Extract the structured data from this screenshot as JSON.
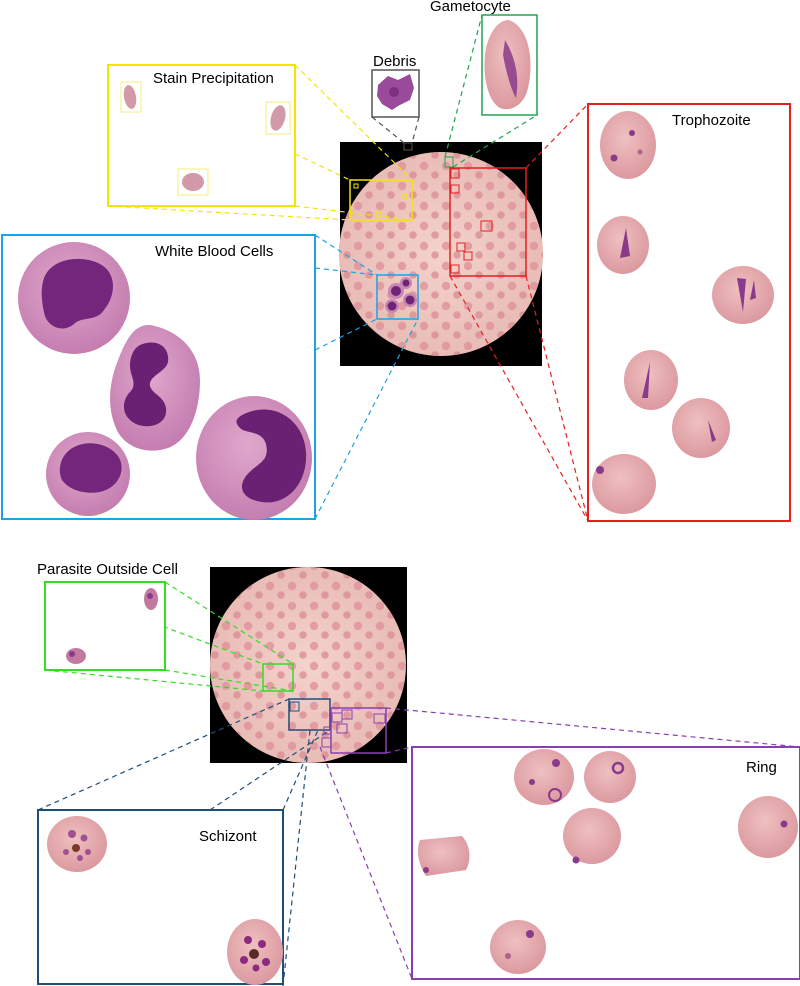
{
  "labels": {
    "gametocyte": "Gametocyte",
    "debris": "Debris",
    "stain_precipitation": "Stain Precipitation",
    "trophozoite": "Trophozoite",
    "white_blood_cells": "White Blood Cells",
    "parasite_outside_cell": "Parasite Outside Cell",
    "schizont": "Schizont",
    "ring": "Ring"
  },
  "colors": {
    "gametocyte": "#22a352",
    "debris": "#555555",
    "stain_precipitation": "#f2e600",
    "trophozoite": "#e52020",
    "white_blood_cells": "#1aa3e6",
    "parasite_outside_cell": "#33dd22",
    "schizont": "#1f4e79",
    "ring": "#8a3fb0",
    "smear_background": "#f0c9c4",
    "rbc": "#dd9aa0",
    "rbc_light": "#edb8b6",
    "wbc_nucleus": "#7a2a80",
    "wbc_cytoplasm": "#cc86b8"
  }
}
